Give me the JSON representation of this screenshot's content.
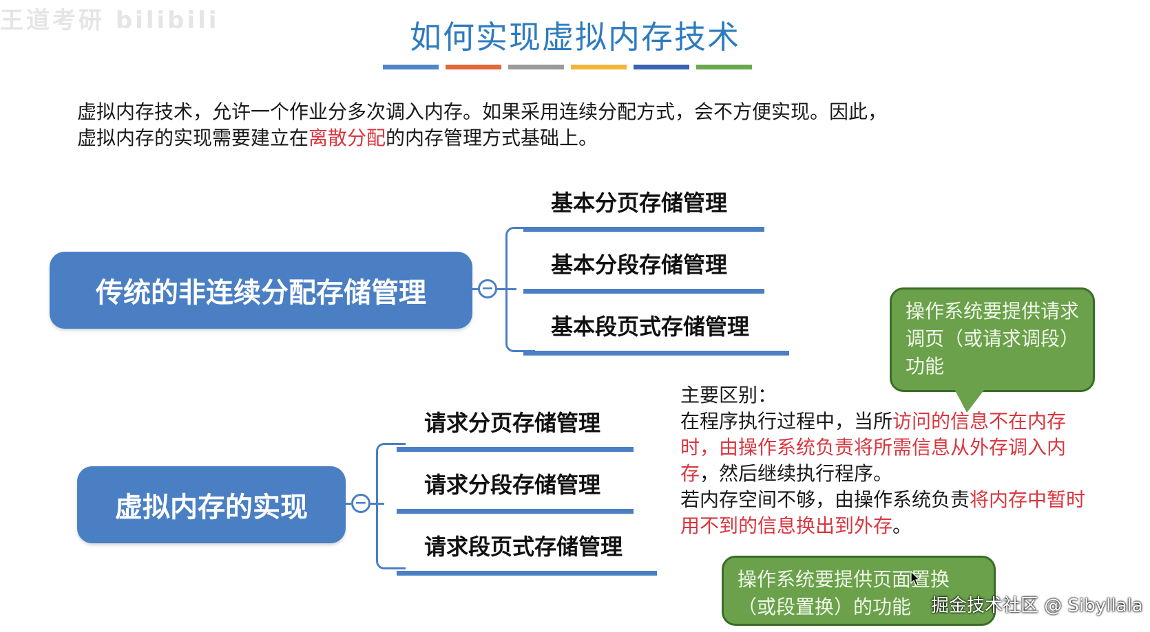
{
  "slide": {
    "title": "如何实现虚拟内存技术",
    "title_bar_colors": [
      "#4f86c6",
      "#e0683a",
      "#9a9a9a",
      "#f2b43a",
      "#3a62b0",
      "#6aa84f"
    ],
    "paragraph": {
      "part1": "虚拟内存技术，允许一个作业分多次调入内存。如果采用连续分配方式，会不方便实现。因此，",
      "part2": "虚拟内存的实现需要建立在",
      "highlight": "离散分配",
      "part3": "的内存管理方式基础上。"
    },
    "tree1": {
      "root": "传统的非连续分配存储管理",
      "children": [
        "基本分页存储管理",
        "基本分段存储管理",
        "基本段页式存储管理"
      ]
    },
    "tree2": {
      "root": "虚拟内存的实现",
      "children": [
        "请求分页存储管理",
        "请求分段存储管理",
        "请求段页式存储管理"
      ]
    },
    "collapse_symbol": "−",
    "note": {
      "heading": "主要区别：",
      "line1_a": "在程序执行过程中，当所",
      "line1_red": "访问的信息不在内存时，由操作系统负责将所需信息从外存调入内存",
      "line1_b": "，然后继续执行程序。",
      "line2_a": "若内存空间不够，由操作系统负责",
      "line2_red": "将内存中暂时用不到的信息换出到外存",
      "line2_b": "。"
    },
    "callout1": "操作系统要提供请求调页（或请求调段）功能",
    "callout2": "操作系统要提供页面置换（或段置换）的功能",
    "watermark_top_left": "王道考研 bilibili",
    "watermark_bottom_right": "掘金技术社区 @ Sibyllala",
    "colors": {
      "title": "#2e7bbf",
      "node": "#4a7fc4",
      "highlight": "#d9363e",
      "callout": "#6aa14a"
    }
  }
}
